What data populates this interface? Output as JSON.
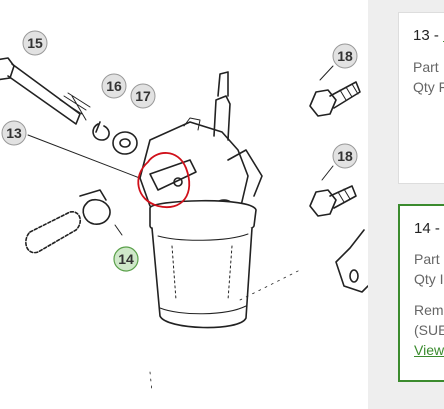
{
  "diagram": {
    "callouts": [
      "15",
      "16",
      "17",
      "18",
      "13",
      "18",
      "14"
    ],
    "colors": {
      "line": "#222222",
      "callout_fill": "#e2e2e2",
      "callout_selected_fill": "#cfe8c9",
      "callout_selected_stroke": "#5aa04a",
      "highlight": "#d0101a"
    }
  },
  "parts_list": {
    "items": [
      {
        "title_prefix": "13 - ",
        "title_link": "F",
        "line1": "Part",
        "line2": "Qty F"
      },
      {
        "title_prefix": "14 - ",
        "title_link": "J",
        "line1": "Part",
        "line2": "Qty I",
        "line3": "Rem",
        "line4": "(SUE",
        "view_link": "View"
      }
    ],
    "colors": {
      "background": "#eeeeee",
      "selected_border": "#3b8b2e",
      "link": "#3b8b2e"
    }
  }
}
